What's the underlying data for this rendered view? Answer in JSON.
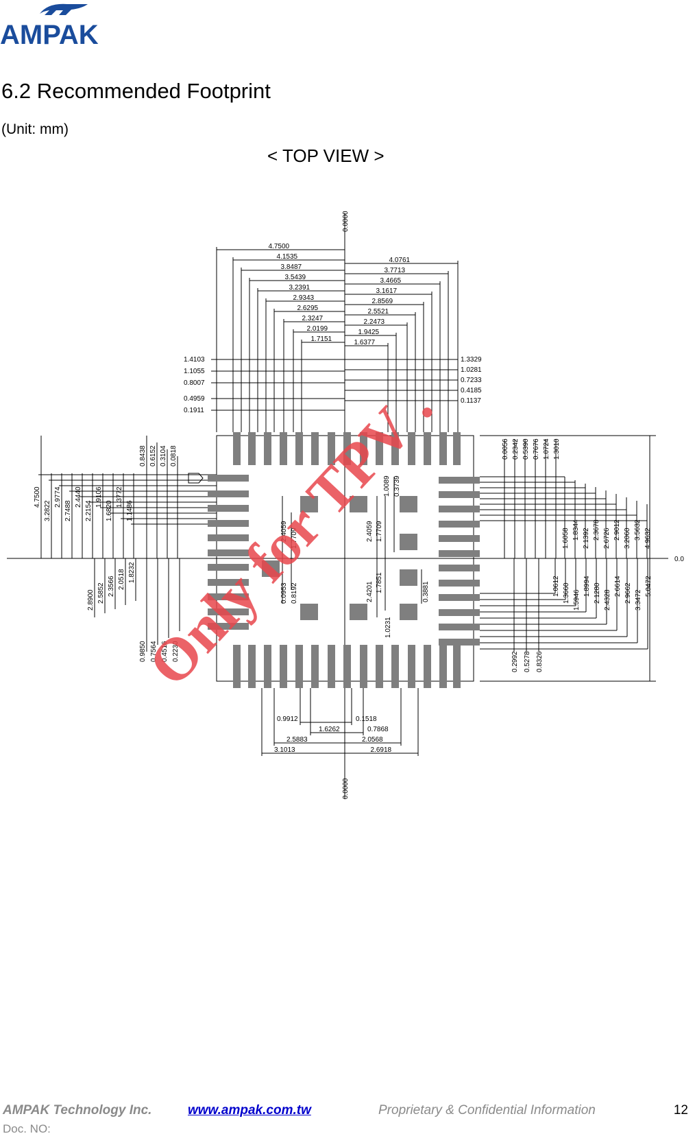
{
  "header": {
    "logo_text": "AMPAK"
  },
  "section": {
    "title": "6.2 Recommended Footprint",
    "unit": "(Unit: mm)",
    "view_label": "< TOP VIEW >"
  },
  "drawing": {
    "watermark": "Only for TPV .",
    "origin_labels": [
      "0.0000",
      "0.0000",
      "0.0"
    ],
    "top_left_dims": [
      "4.7500",
      "4.1535",
      "3.8487",
      "3.5439",
      "3.2391",
      "2.9343",
      "2.6295",
      "2.3247",
      "2.0199",
      "1.7151"
    ],
    "top_right_dims": [
      "4.0761",
      "3.7713",
      "3.4665",
      "3.1617",
      "2.8569",
      "2.5521",
      "2.2473",
      "1.9425",
      "1.6377"
    ],
    "left_y_dims": [
      "1.4103",
      "1.1055",
      "0.8007",
      "0.4959",
      "0.1911"
    ],
    "right_y_dims": [
      "1.3329",
      "1.0281",
      "0.7233",
      "0.4185",
      "0.1137"
    ],
    "left_side_upper": [
      "4.7500",
      "3.2822",
      "2.9774",
      "2.7488",
      "2.4440",
      "2.2154",
      "1.9106",
      "1.6820",
      "1.3772",
      "1.1486"
    ],
    "left_side_lower": [
      "2.8900",
      "2.5852",
      "2.3566",
      "2.0518",
      "1.8232"
    ],
    "left_inner_top": [
      "0.8438",
      "0.6152",
      "0.3104",
      "0.0818"
    ],
    "left_inner_bottom": [
      "0.9850",
      "0.7564",
      "0.4516",
      "0.2230"
    ],
    "center_left": [
      "2.4059",
      "1.7709",
      "0.0953",
      "0.8192"
    ],
    "center_mid": [
      "2.4059",
      "1.7709",
      "2.4201",
      "1.7851",
      "1.0231"
    ],
    "center_right": [
      "1.0089",
      "0.3739",
      "0.3881"
    ],
    "right_inner_top": [
      "0.0056",
      "0.2342",
      "0.5390",
      "0.7676",
      "1.0724",
      "1.3010"
    ],
    "right_inner_bottom": [
      "0.2992",
      "0.5278",
      "0.8326"
    ],
    "right_side_upper": [
      "1.6058",
      "1.8344",
      "2.1392",
      "2.3678",
      "2.6726",
      "2.9012",
      "3.2060",
      "3.5632",
      "4.9632"
    ],
    "right_side_lower": [
      "1.0612",
      "1.3660",
      "1.5946",
      "1.8994",
      "2.1280",
      "2.4328",
      "2.6614",
      "2.9662",
      "3.3472",
      "5.0472"
    ],
    "bottom_left_dims": [
      "0.9912",
      "1.6262",
      "2.5883",
      "3.1013"
    ],
    "bottom_right_dims": [
      "0.1518",
      "0.7868",
      "2.0568",
      "2.6918"
    ]
  },
  "footer": {
    "company": "AMPAK Technology Inc.",
    "website": "www.ampak.com.tw",
    "confidential": "Proprietary & Confidential Information",
    "page": "12",
    "doc_no": "Doc. NO:"
  },
  "colors": {
    "logo_blue": "#1a4c9c",
    "pad_gray": "#7f7f7f",
    "watermark_red": "#e8474c"
  }
}
